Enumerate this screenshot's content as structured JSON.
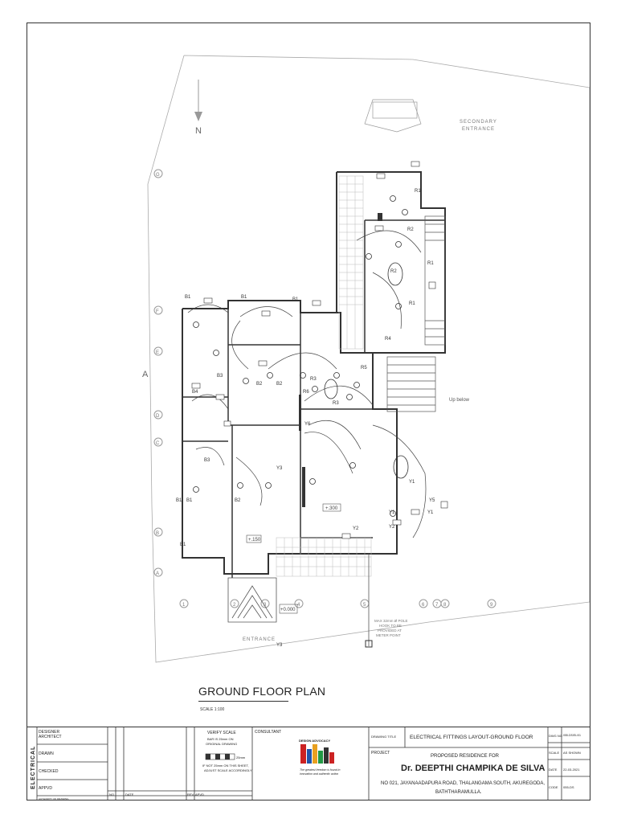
{
  "north_label": "N",
  "secondary_entrance": [
    "SECONDARY",
    "ENTRANCE"
  ],
  "entrance_label": "ENTRANCE",
  "side_label_a": "A",
  "stair_note": "Up below",
  "meter_note": [
    "MAX 32mm Ø POLE",
    "HOOK TO BE",
    "PROVIDED AT",
    "METER POINT"
  ],
  "level_1": "+.300",
  "level_2": "+.150",
  "level_3": "+0.000",
  "grid_letters": [
    "G",
    "F",
    "E",
    "D",
    "C",
    "B",
    "A"
  ],
  "grid_numbers": [
    "1",
    "2",
    "3",
    "4",
    "5",
    "6",
    "7",
    "8",
    "9"
  ],
  "light_labels": [
    "B1",
    "B2",
    "B3",
    "R1",
    "R2",
    "R3",
    "R5",
    "R6",
    "Y1",
    "Y2",
    "Y3",
    "Y5",
    "Y6",
    "B4",
    "R4"
  ],
  "plan_title": "GROUND FLOOR PLAN",
  "plan_scale": "SCALE 1:100",
  "title_block": {
    "side_label": "ELECTRICAL",
    "rows": [
      "DESIGNER ARCHITECT",
      "DRAWN",
      "CHECKED",
      "APPVD",
      "AUTHORITY OF DRAWING"
    ],
    "rev_cols": [
      "NO",
      "DATE"
    ],
    "rev_right": [
      "REV",
      "APVD"
    ],
    "verify_scale": "VERIFY SCALE",
    "verify_lines": [
      "BAR IS 25mm ON",
      "ORIGINAL DRAWING"
    ],
    "verify_mm": "25mm",
    "verify_note": [
      "IF NOT 25mm ON THIS SHEET,",
      "ADJUST SCALE ACCORDINGLY"
    ],
    "consultant": "CONSULTANT",
    "logo_text": "DESIGN ADVOCACY",
    "logo_tagline": "The greatest freedom is found in innovation and authentic action",
    "drawing_title_label": "DRAWING TITLE",
    "drawing_title": "ELECTRICAL FITTINGS LAYOUT-GROUND FLOOR",
    "project_label": "PROJECT",
    "project_line1": "PROPOSED RESIDENCE FOR",
    "project_line2": "Dr. DEEPTHI CHAMPIKA DE SILVA",
    "address_line1": "NO 021, JAYANAADAPURA ROAD, THALANGAMA SOUTH, AKUREGODA,",
    "address_line2": "BATHTHARAMULLA.",
    "dwg_no_label": "DWG NO",
    "dwg_no": "055-DS/EL/01",
    "scale_label": "SCALE",
    "scale": "AS SHOWN",
    "date_label": "DATE",
    "date": "22-03-2021",
    "code_label": "CODE",
    "code": "055-DS"
  },
  "colors": {
    "line": "#333333",
    "light_line": "#999999",
    "accent_red": "#cc2222"
  }
}
